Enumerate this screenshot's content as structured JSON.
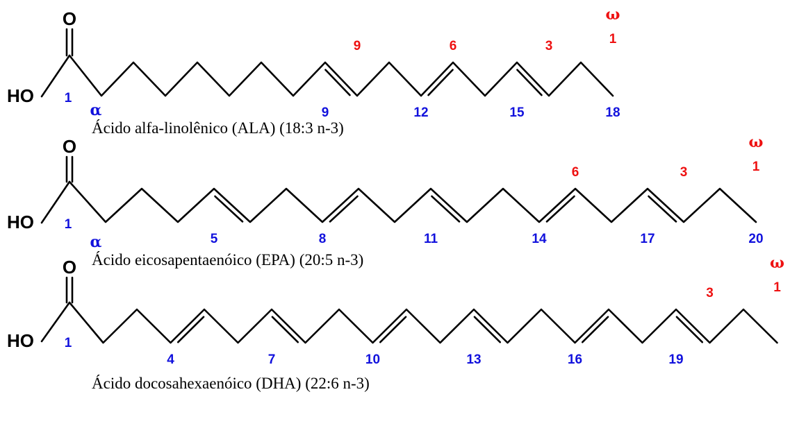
{
  "molecules": [
    {
      "carbons": 18,
      "double_bonds_after": [
        9,
        12,
        15
      ],
      "atoms": {
        "hydroxyl": "HO",
        "carbonyl_oxygen": "O"
      },
      "carbon_labels": [
        "1",
        "9",
        "12",
        "15",
        "18"
      ],
      "carbon_label_positions": [
        1,
        9,
        12,
        15,
        18
      ],
      "alpha_label": "α",
      "omega_numbers": [
        "9",
        "6",
        "3",
        "1"
      ],
      "omega_positions": [
        10,
        13,
        16,
        18
      ],
      "omega_label": "ω",
      "caption": "Ácido alfa-linolênico (ALA) (18:3 n-3)"
    },
    {
      "carbons": 20,
      "double_bonds_after": [
        5,
        8,
        11,
        14,
        17
      ],
      "atoms": {
        "hydroxyl": "HO",
        "carbonyl_oxygen": "O"
      },
      "carbon_labels": [
        "1",
        "5",
        "8",
        "11",
        "14",
        "17",
        "20"
      ],
      "carbon_label_positions": [
        1,
        5,
        8,
        11,
        14,
        17,
        20
      ],
      "alpha_label": "α",
      "omega_numbers": [
        "6",
        "3",
        "1"
      ],
      "omega_positions": [
        15,
        18,
        20
      ],
      "omega_label": "ω",
      "caption": "Ácido eicosapentaenóico (EPA) (20:5 n-3)"
    },
    {
      "carbons": 22,
      "double_bonds_after": [
        4,
        7,
        10,
        13,
        16,
        19
      ],
      "atoms": {
        "hydroxyl": "HO",
        "carbonyl_oxygen": "O"
      },
      "carbon_labels": [
        "1",
        "4",
        "7",
        "10",
        "13",
        "16",
        "19"
      ],
      "carbon_label_positions": [
        1,
        4,
        7,
        10,
        13,
        16,
        19
      ],
      "alpha_label": "",
      "omega_numbers": [
        "3",
        "1"
      ],
      "omega_positions": [
        20,
        22
      ],
      "omega_label": "ω",
      "caption": "Ácido docosahexaenóico (DHA) (22:6 n-3)"
    }
  ]
}
